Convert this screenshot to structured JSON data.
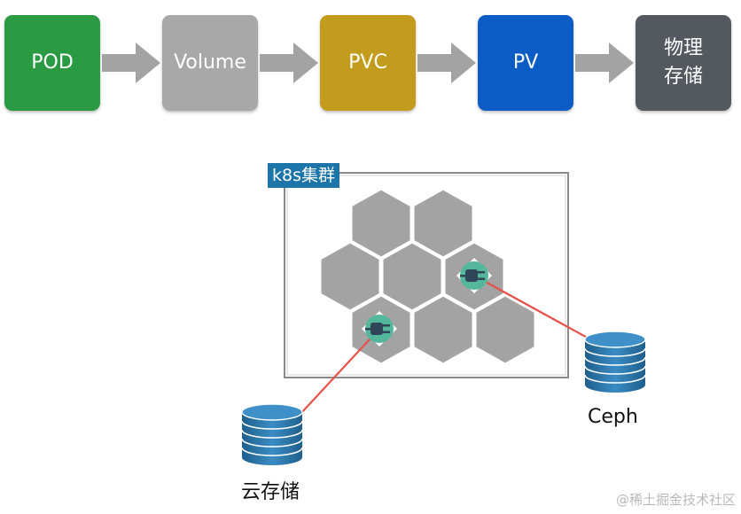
{
  "flow": {
    "steps": [
      {
        "label": "POD",
        "color": "#2a9a43"
      },
      {
        "label": "Volume",
        "color": "#a8a8a8"
      },
      {
        "label": "PVC",
        "color": "#c39b1d"
      },
      {
        "label": "PV",
        "color": "#0b5cc4"
      },
      {
        "label": "物理\n存储",
        "color": "#545960"
      }
    ],
    "arrow_color": "#a3a3a3"
  },
  "cluster": {
    "label": "k8s集群",
    "tag_color": "#1c74a8",
    "node_color": "#a3a3a3",
    "plug_color": "#54b79b"
  },
  "storage": {
    "cloud_label": "云存储",
    "ceph_label": "Ceph",
    "disk_color": "#2b74a6",
    "link_color": "#e5534b"
  },
  "watermark": "@稀土掘金技术社区"
}
